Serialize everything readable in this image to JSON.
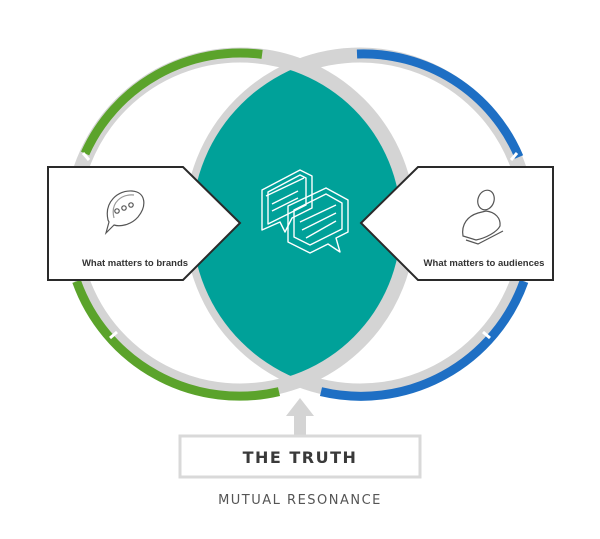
{
  "diagram": {
    "left_label": "What matters to brands",
    "right_label": "What matters to audiences",
    "center_title": "THE TRUTH",
    "subtitle": "MUTUAL RESONANCE",
    "icons": {
      "left": "speech-bubble-icon",
      "right": "person-icon",
      "center": "interlocking-chat-bubbles-icon"
    },
    "colors": {
      "brand_ring": "#5ba32b",
      "audience_ring": "#1e6fc4",
      "overlap": "#00a199",
      "grey_ring": "#d4d4d4",
      "box_border": "#2a2a2a"
    }
  }
}
